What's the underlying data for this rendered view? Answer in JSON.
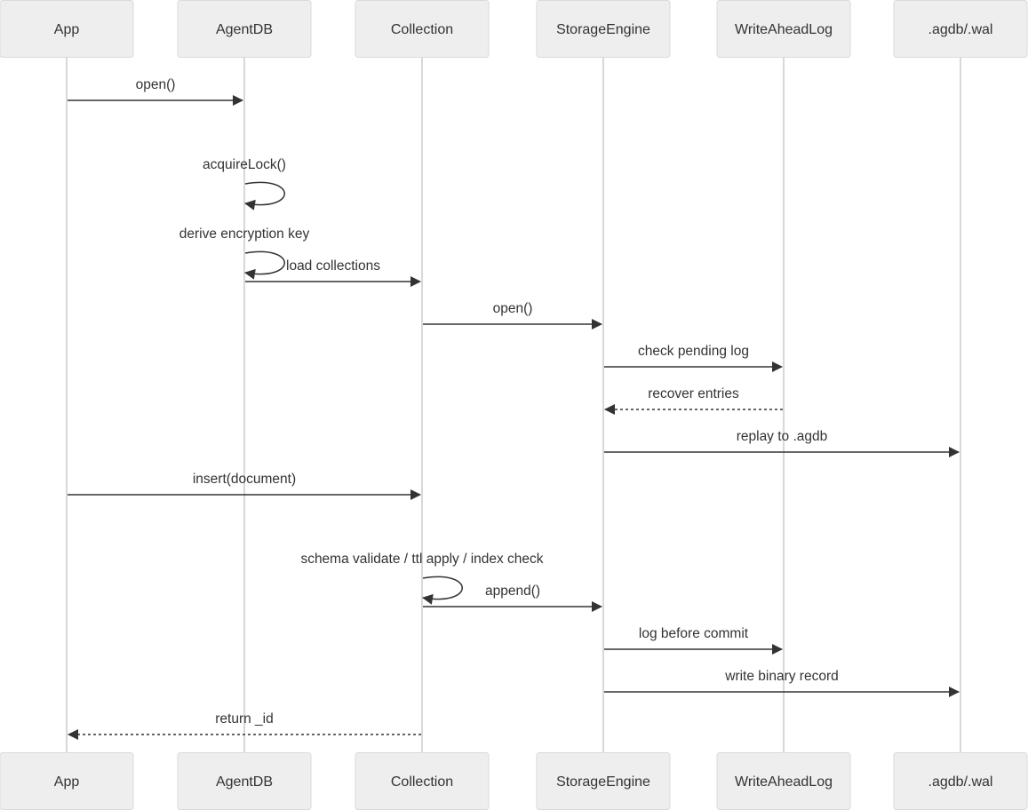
{
  "participants": [
    {
      "id": "app",
      "label": "App"
    },
    {
      "id": "agentdb",
      "label": "AgentDB"
    },
    {
      "id": "collection",
      "label": "Collection"
    },
    {
      "id": "storage",
      "label": "StorageEngine"
    },
    {
      "id": "wal",
      "label": "WriteAheadLog"
    },
    {
      "id": "files",
      "label": ".agdb/.wal"
    }
  ],
  "messages": [
    {
      "from": "app",
      "to": "agentdb",
      "label": "open()",
      "style": "solid"
    },
    {
      "from": "agentdb",
      "to": "agentdb",
      "label": "acquireLock()",
      "style": "solid"
    },
    {
      "from": "agentdb",
      "to": "agentdb",
      "label": "derive encryption key",
      "style": "solid"
    },
    {
      "from": "agentdb",
      "to": "collection",
      "label": "load collections",
      "style": "solid"
    },
    {
      "from": "collection",
      "to": "storage",
      "label": "open()",
      "style": "solid"
    },
    {
      "from": "storage",
      "to": "wal",
      "label": "check pending log",
      "style": "solid"
    },
    {
      "from": "wal",
      "to": "storage",
      "label": "recover entries",
      "style": "dotted"
    },
    {
      "from": "storage",
      "to": "files",
      "label": "replay to .agdb",
      "style": "solid"
    },
    {
      "from": "app",
      "to": "collection",
      "label": "insert(document)",
      "style": "solid"
    },
    {
      "from": "collection",
      "to": "collection",
      "label": "schema validate / ttl apply / index check",
      "style": "solid"
    },
    {
      "from": "collection",
      "to": "storage",
      "label": "append()",
      "style": "solid"
    },
    {
      "from": "storage",
      "to": "wal",
      "label": "log before commit",
      "style": "solid"
    },
    {
      "from": "storage",
      "to": "files",
      "label": "write binary record",
      "style": "solid"
    },
    {
      "from": "collection",
      "to": "app",
      "label": "return _id",
      "style": "dotted"
    }
  ],
  "colors": {
    "actor_fill": "#eeeeee",
    "actor_border": "#dadada",
    "lifeline": "#cccccc",
    "message": "#333333",
    "text": "#333333"
  }
}
